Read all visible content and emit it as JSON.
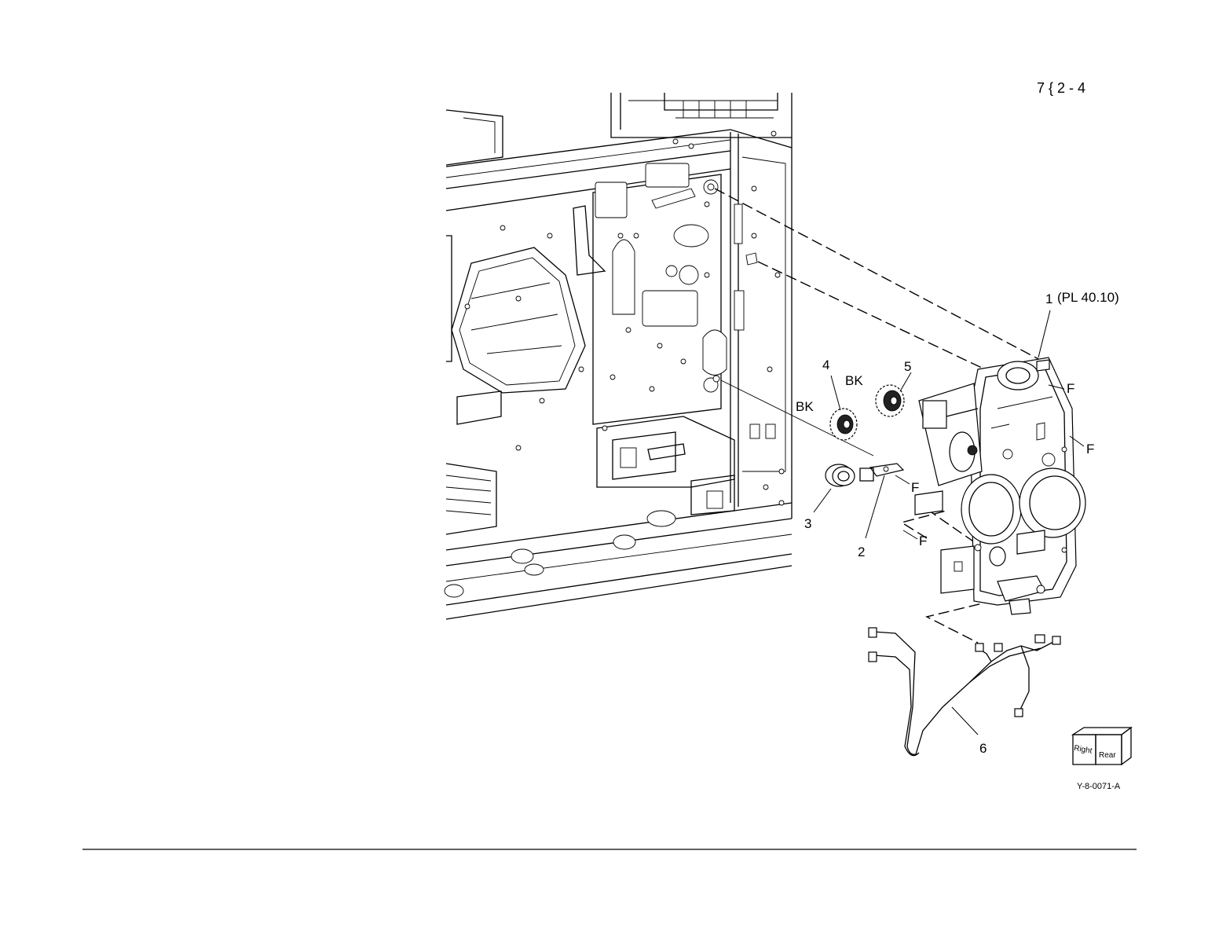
{
  "page_ref": "7 { 2 - 4",
  "figure_id": "Y-8-0071-A",
  "orientation_cube": {
    "face_left": "Right",
    "face_right": "Rear"
  },
  "callouts": [
    {
      "id": "1",
      "text": "1",
      "extra": "(PL 40.10)"
    },
    {
      "id": "2",
      "text": "2"
    },
    {
      "id": "3",
      "text": "3"
    },
    {
      "id": "4",
      "text": "4"
    },
    {
      "id": "5",
      "text": "5"
    },
    {
      "id": "6",
      "text": "6"
    }
  ],
  "markers": {
    "bk_4": "BK",
    "bk_5": "BK",
    "f": "F"
  }
}
